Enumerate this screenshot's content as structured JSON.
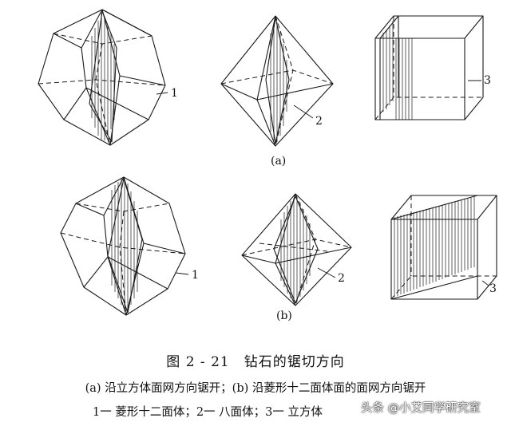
{
  "figure": {
    "callouts": [
      "1",
      "2",
      "3"
    ],
    "row_labels": [
      "(a)",
      "(b)"
    ]
  },
  "caption": {
    "title": "图 2 - 21　钻石的锯切方向",
    "line1": "(a) 沿立方体面网方向锯开；(b) 沿菱形十二面体面的面网方向锯开",
    "line2": "1一 菱形十二面体；2一 八面体；3一 立方体"
  },
  "watermark": "头条 @小艾同学研究室"
}
